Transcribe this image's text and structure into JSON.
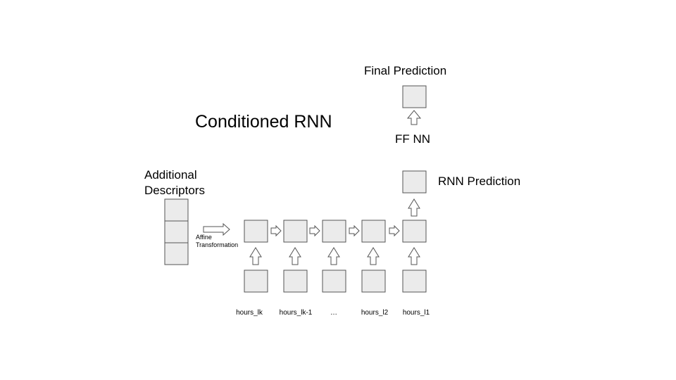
{
  "diagram": {
    "title": "Conditioned RNN",
    "final_prediction_label": "Final Prediction",
    "ff_nn_label": "FF NN",
    "rnn_prediction_label": "RNN Prediction",
    "descriptors_label_line1": "Additional",
    "descriptors_label_line2": "Descriptors",
    "affine_label_line1": "Affine",
    "affine_label_line2": "Transformation",
    "timesteps": [
      "hours_lk",
      "hours_lk-1",
      "…",
      "hours_l2",
      "hours_l1"
    ]
  },
  "colors": {
    "box_fill": "#ebebeb",
    "box_stroke": "#555555",
    "arrow_fill": "#ffffff",
    "arrow_stroke": "#555555"
  }
}
